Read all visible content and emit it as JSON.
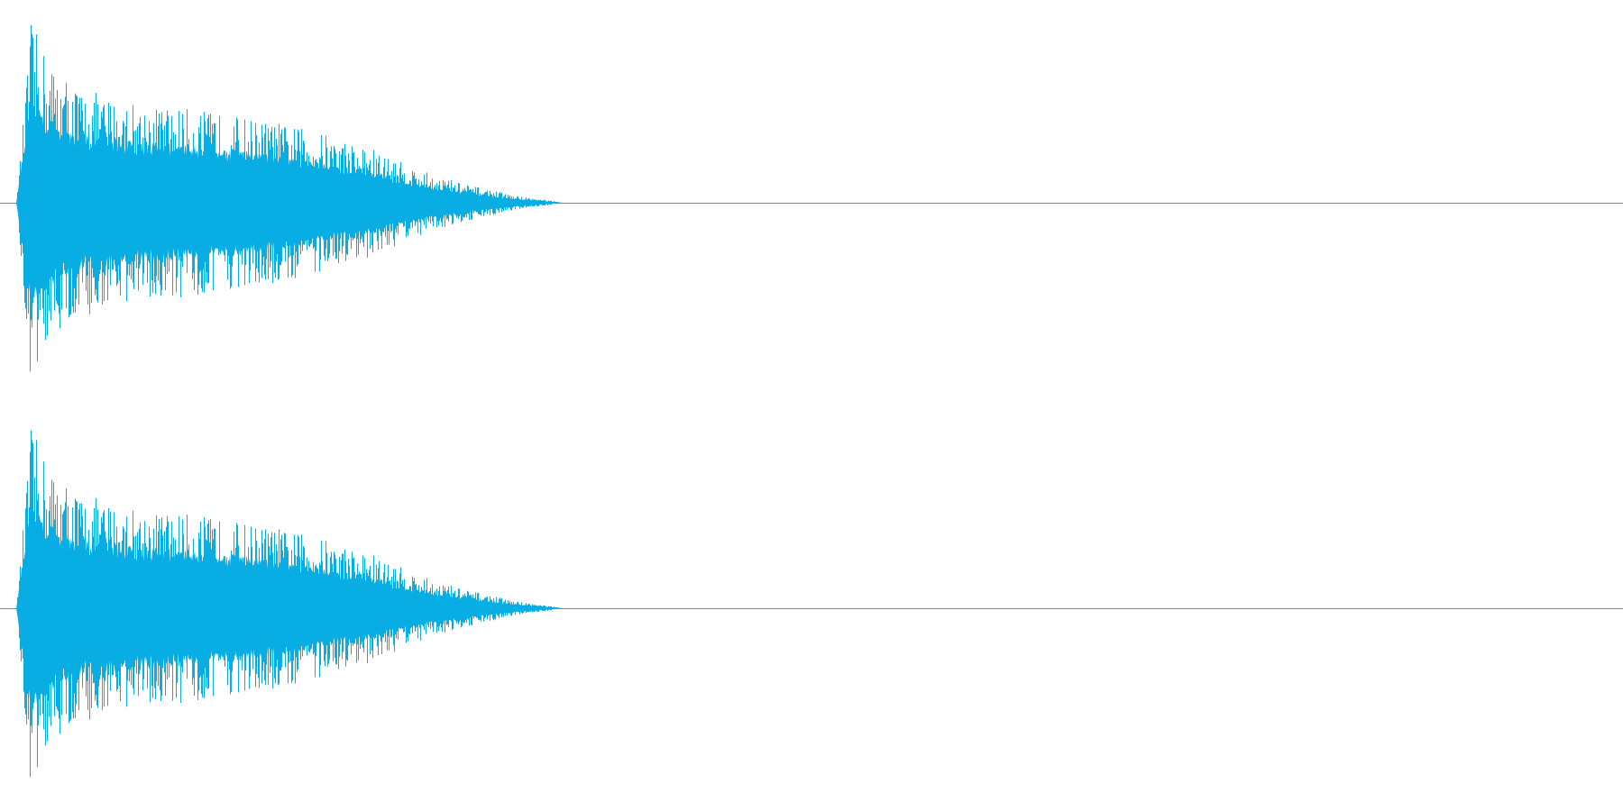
{
  "colors": {
    "background": "#ffffff",
    "waveform": "#08aee3"
  },
  "chart_data": {
    "type": "area",
    "description_kind": "stereo audio waveform",
    "channels": 2,
    "ylim": [
      -1,
      1
    ],
    "duration_fraction_with_signal": 0.33,
    "onset_fraction": 0.009,
    "envelope": {
      "x": [
        0.0,
        0.009,
        0.012,
        0.02,
        0.04,
        0.07,
        0.1,
        0.13,
        0.16,
        0.19,
        0.22,
        0.25,
        0.28,
        0.31,
        0.33,
        0.34
      ],
      "peak": [
        0.0,
        0.98,
        0.92,
        0.78,
        0.62,
        0.55,
        0.52,
        0.48,
        0.44,
        0.38,
        0.3,
        0.18,
        0.1,
        0.04,
        0.015,
        0.0
      ],
      "body": [
        0.0,
        0.55,
        0.5,
        0.4,
        0.33,
        0.3,
        0.28,
        0.26,
        0.23,
        0.19,
        0.14,
        0.08,
        0.045,
        0.018,
        0.006,
        0.0
      ]
    },
    "grid": false,
    "legend": "none"
  }
}
